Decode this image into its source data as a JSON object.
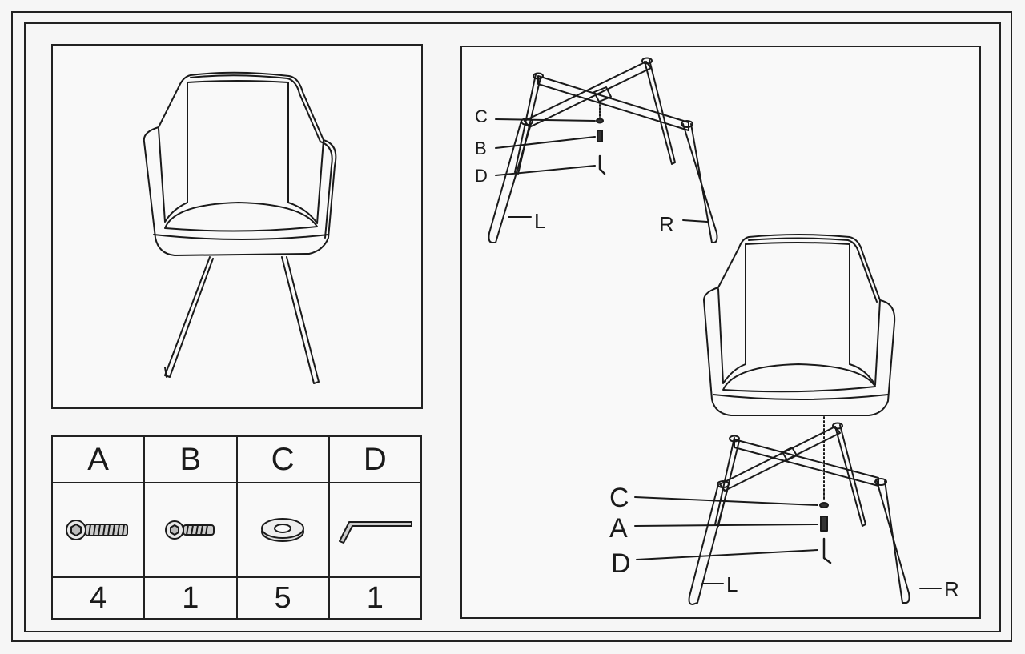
{
  "parts": [
    {
      "letter": "A",
      "icon": "hex-bolt-long-icon",
      "qty": "4"
    },
    {
      "letter": "B",
      "icon": "hex-bolt-short-icon",
      "qty": "1"
    },
    {
      "letter": "C",
      "icon": "washer-icon",
      "qty": "5"
    },
    {
      "letter": "D",
      "icon": "allen-key-icon",
      "qty": "1"
    }
  ],
  "step1": {
    "c": "C",
    "b": "B",
    "d": "D",
    "left": "L",
    "right": "R"
  },
  "step2": {
    "c": "C",
    "a": "A",
    "d": "D",
    "left": "L",
    "right": "R"
  },
  "colors": {
    "line": "#1a1a1a",
    "paper": "#f9f9f9"
  }
}
